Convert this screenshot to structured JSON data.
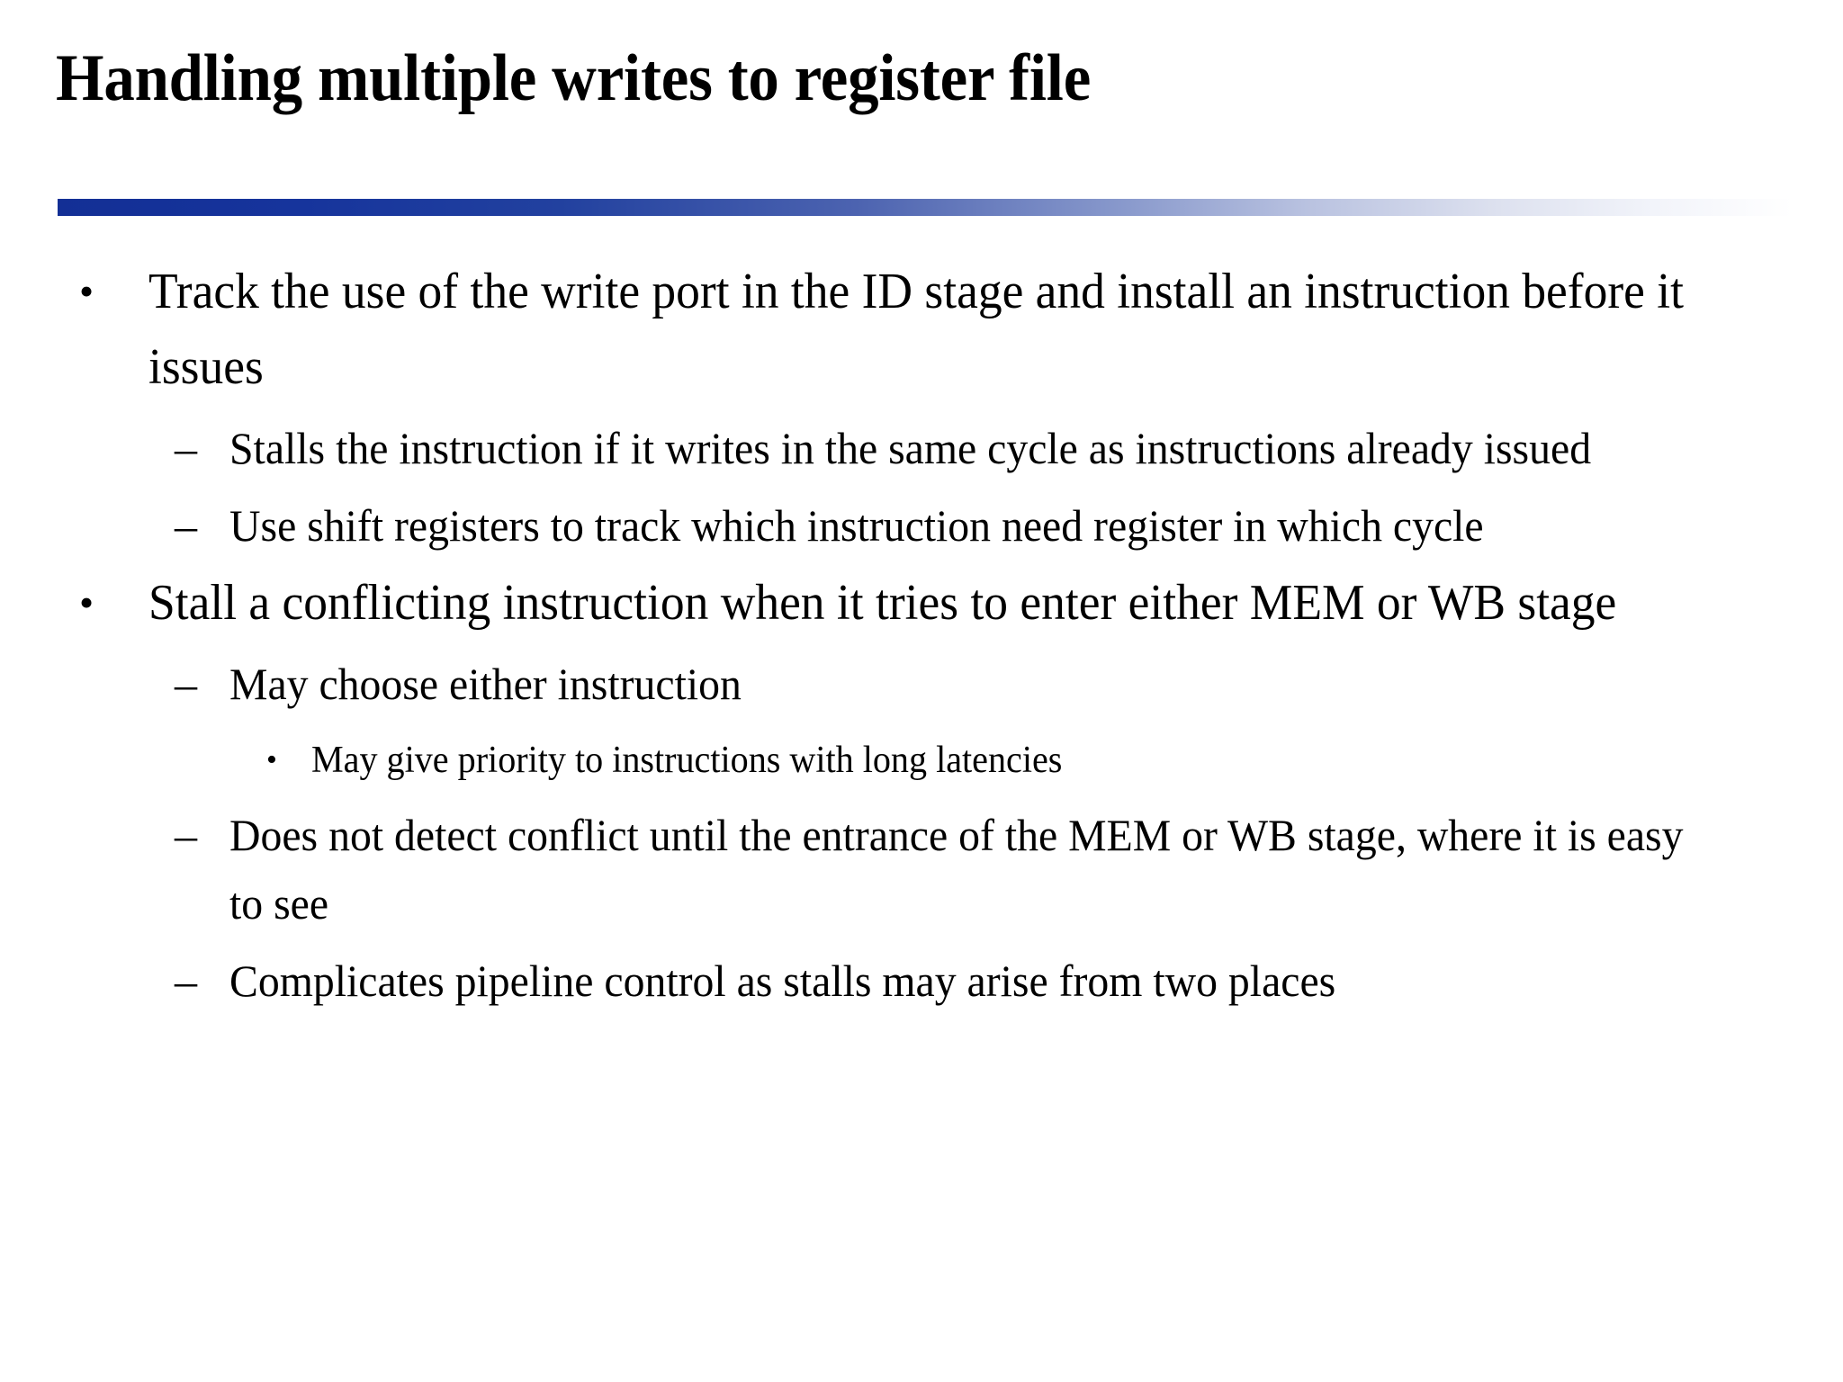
{
  "slide": {
    "title": "Handling multiple writes to register file",
    "accent_color": "#132f95",
    "background_color": "#ffffff",
    "text_color": "#000000",
    "divider": {
      "name": "title-gradient-rule",
      "from_color": "#132f95",
      "to_color": "#ffffff"
    },
    "markers": {
      "level1": "•",
      "level2": "–",
      "level3": "•"
    },
    "bullets": [
      {
        "level": 1,
        "text": "Track the use of the write port in the ID stage and install an instruction before it issues"
      },
      {
        "level": 2,
        "text": "Stalls the instruction if it writes in the same cycle as instructions already issued"
      },
      {
        "level": 2,
        "text": "Use shift registers to track which instruction need register in which cycle"
      },
      {
        "level": 1,
        "text": "Stall a conflicting instruction when it tries to enter either MEM or WB stage"
      },
      {
        "level": 2,
        "text": "May choose either instruction"
      },
      {
        "level": 3,
        "text": "May give priority to instructions with long latencies"
      },
      {
        "level": 2,
        "text": "Does not detect conflict until the entrance of the MEM or WB stage, where it is easy to see"
      },
      {
        "level": 2,
        "text": "Complicates pipeline control as stalls may arise from two places"
      }
    ]
  }
}
